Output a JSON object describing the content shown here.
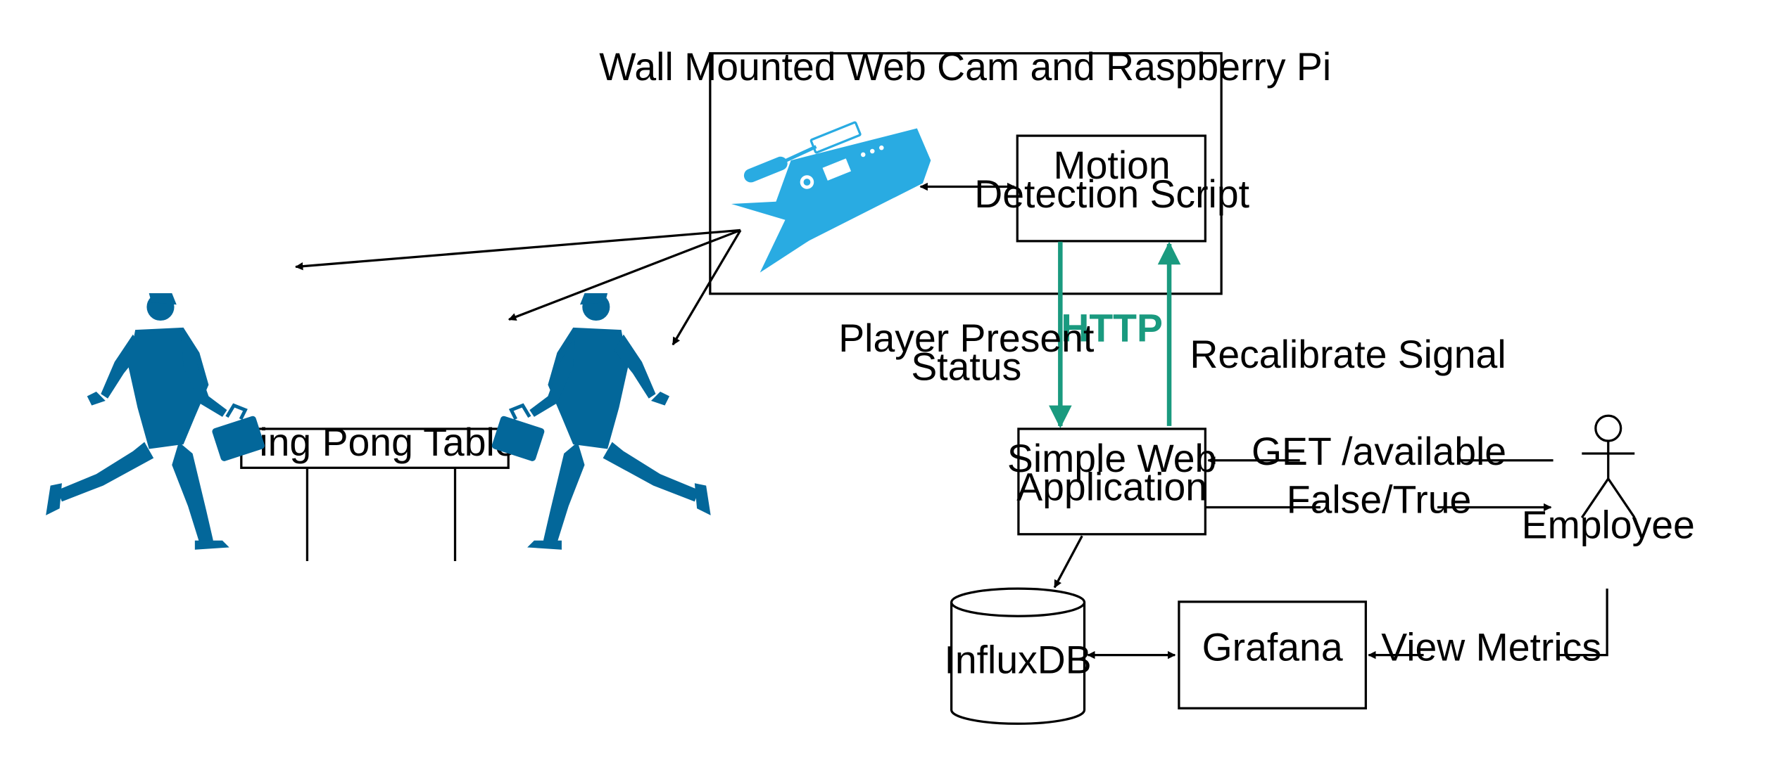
{
  "colors": {
    "accent": "#1a9a7f",
    "camera": "#29abe2",
    "figure": "#03679a",
    "line": "#000000"
  },
  "labels": {
    "pi_group": "Wall Mounted Web Cam and Raspberry Pi",
    "motion_line1": "Motion",
    "motion_line2": "Detection Script",
    "http": "HTTP",
    "player_line1": "Player Present",
    "player_line2": "Status",
    "recalibrate": "Recalibrate Signal",
    "web_line1": "Simple Web",
    "web_line2": "Application",
    "get_available": "GET /available",
    "false_true": "False/True",
    "employee": "Employee",
    "influxdb": "InfluxDB",
    "grafana": "Grafana",
    "view_metrics": "View Metrics",
    "ping_pong": "Ping Pong Table"
  },
  "icons": {
    "camera": "webcam-icon",
    "player_left": "businessman-running-icon",
    "player_right": "businessman-running-icon",
    "employee": "stick-figure-actor-icon",
    "database": "database-cylinder-icon"
  }
}
